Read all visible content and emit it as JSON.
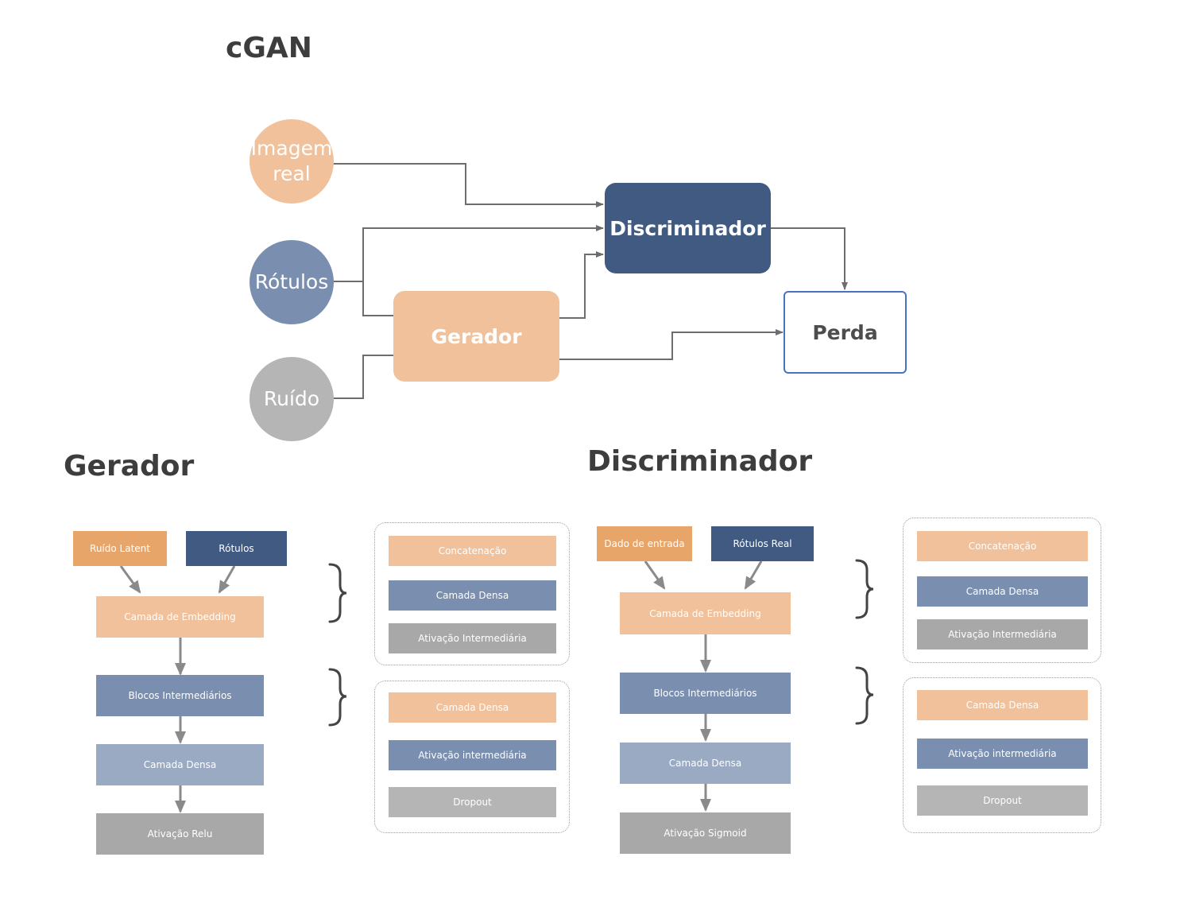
{
  "top": {
    "title": "cGAN",
    "inputs": {
      "image": "Imagem real",
      "labels": "Rótulos",
      "noise": "Ruído"
    },
    "generator": "Gerador",
    "discriminator": "Discriminador",
    "loss": "Perda"
  },
  "generator": {
    "title": "Gerador",
    "inputs": [
      "Ruído Latent",
      "Rótulos"
    ],
    "flow": [
      "Camada de Embedding",
      "Blocos Intermediários",
      "Camada Densa",
      "Ativação Relu"
    ],
    "group1": [
      "Concatenação",
      "Camada Densa",
      "Ativação Intermediária"
    ],
    "group2": [
      "Camada Densa",
      "Ativação intermediária",
      "Dropout"
    ]
  },
  "discriminator": {
    "title": "Discriminador",
    "inputs": [
      "Dado de entrada",
      "Rótulos Real"
    ],
    "flow": [
      "Camada de Embedding",
      "Blocos Intermediários",
      "Camada Densa",
      "Ativação Sigmoid"
    ],
    "group1": [
      "Concatenação",
      "Camada Densa",
      "Ativação Intermediária"
    ],
    "group2": [
      "Camada Densa",
      "Ativação intermediária",
      "Dropout"
    ]
  }
}
